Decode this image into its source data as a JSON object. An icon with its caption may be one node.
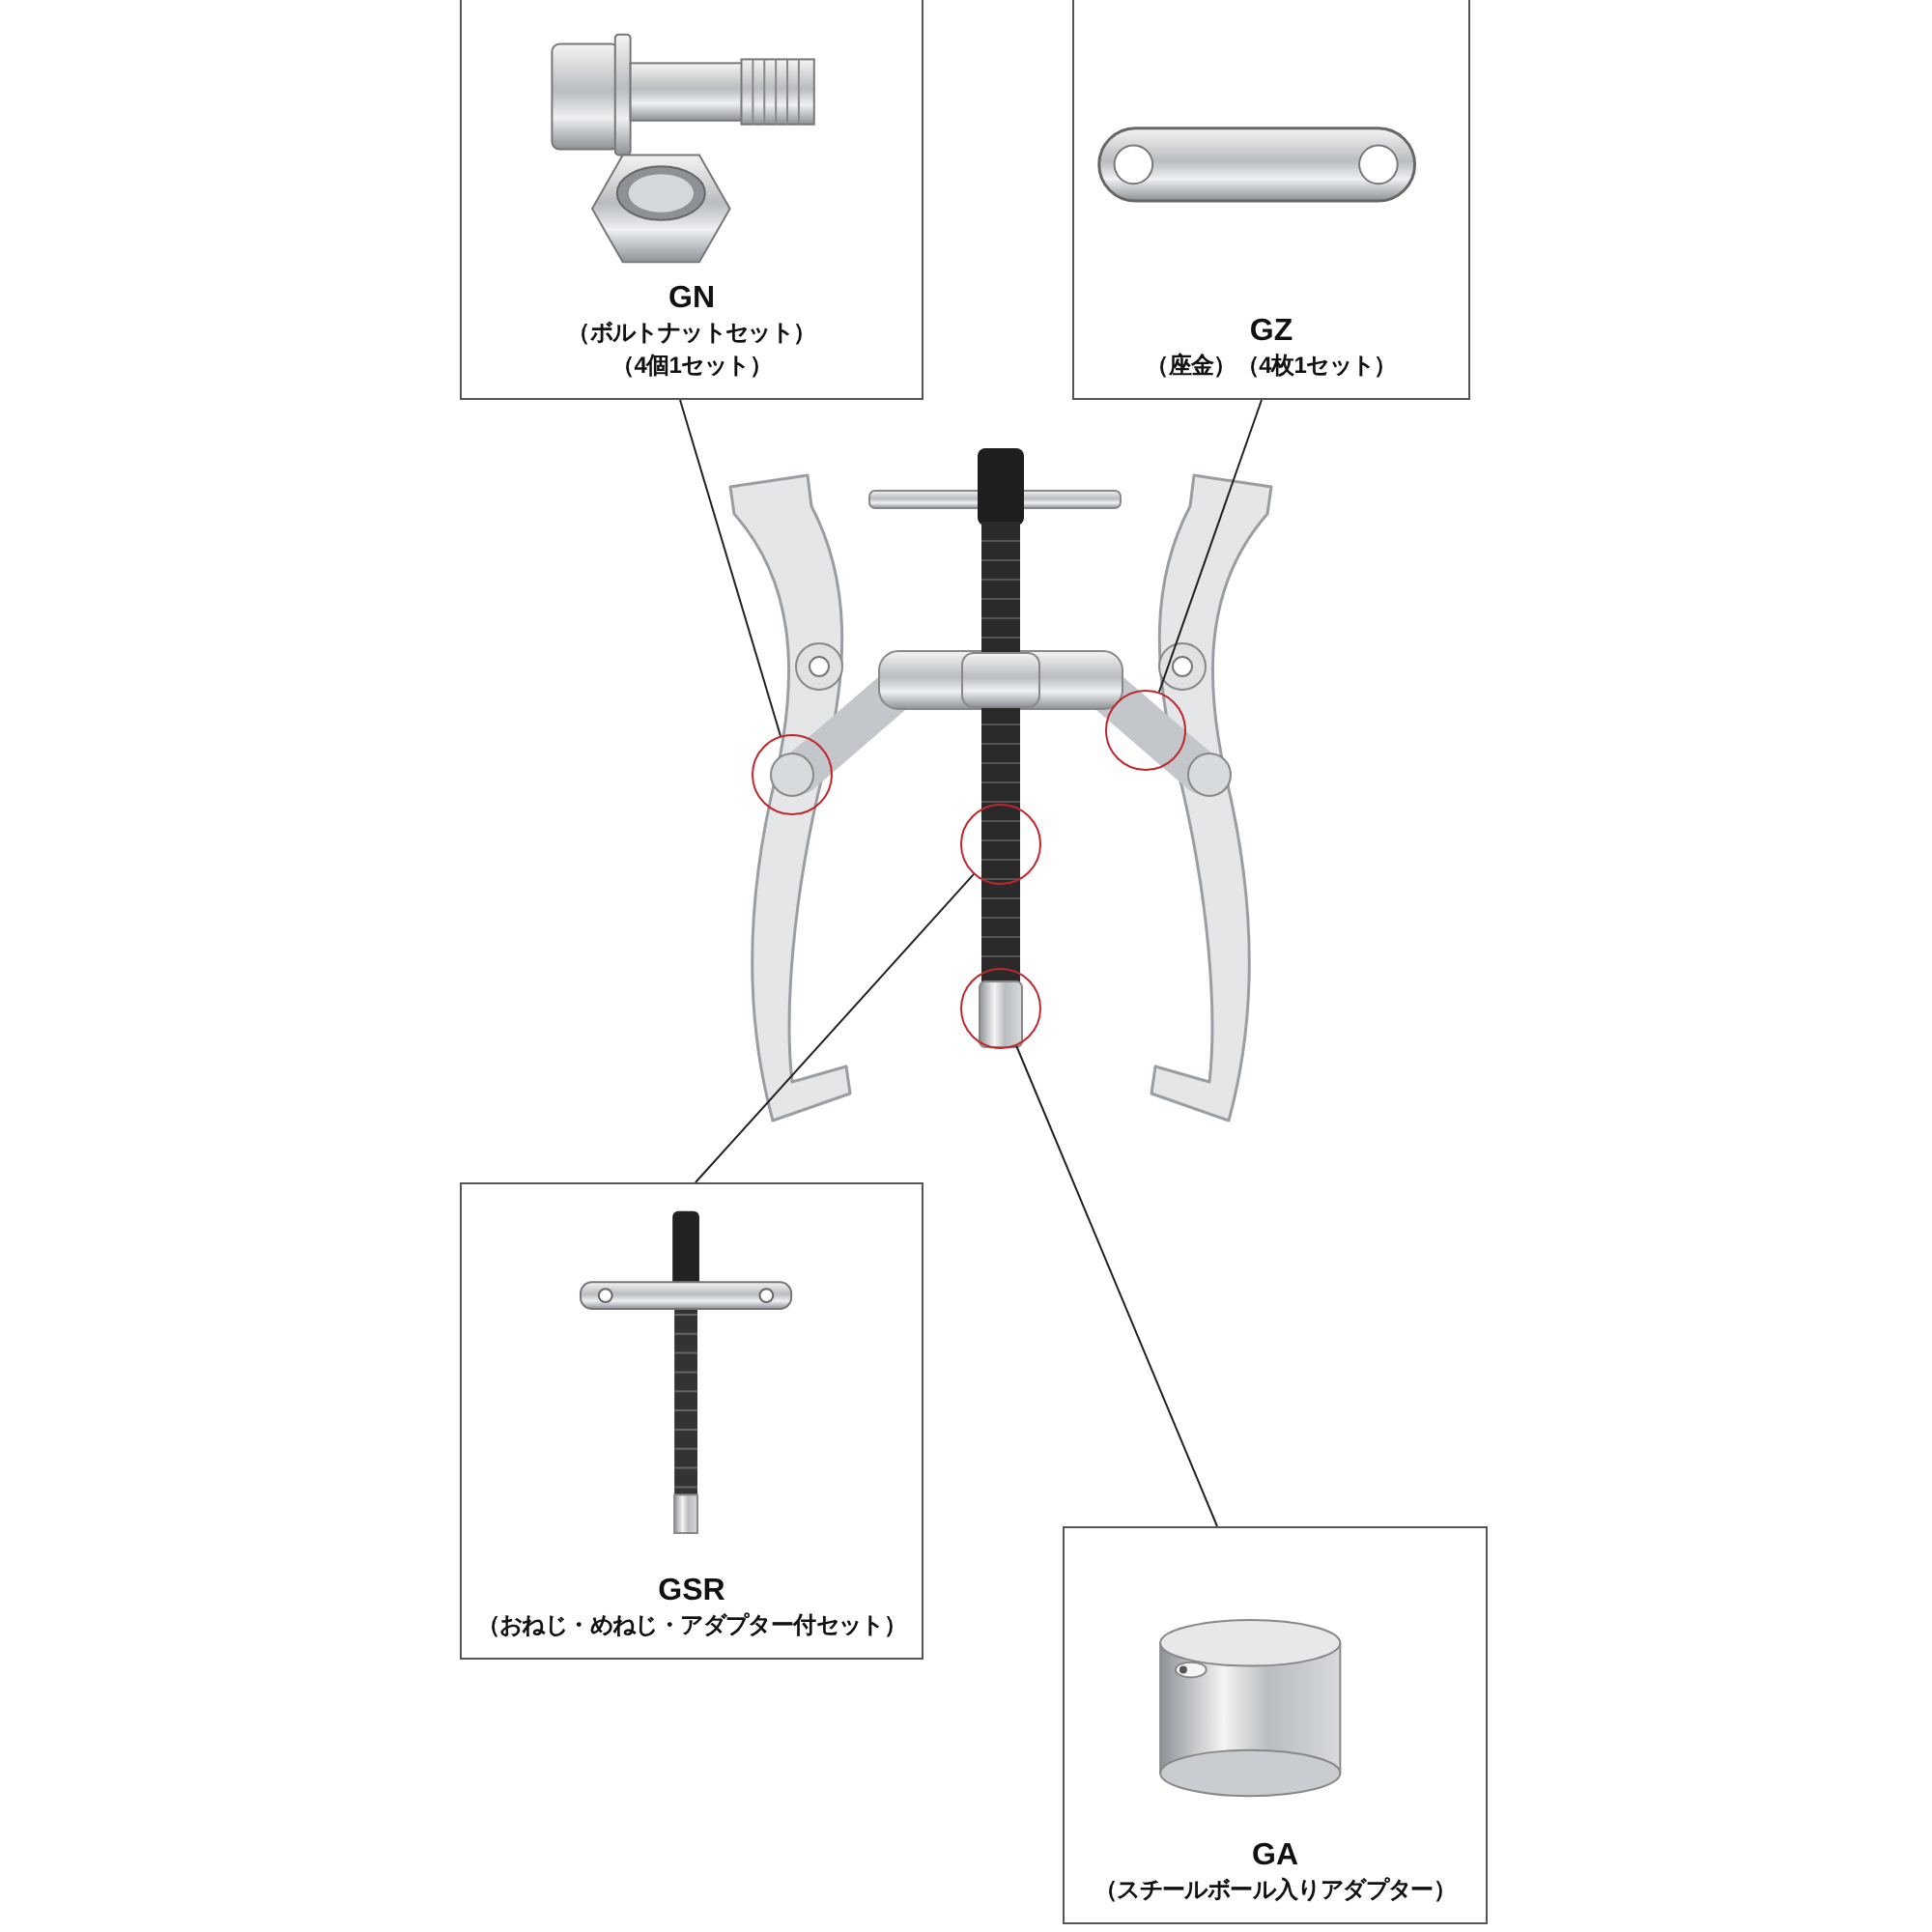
{
  "diagram": {
    "nodes": [
      {
        "text": [
          "GN",
          "（ボルトナットセット）",
          "（4個1セット）"
        ]
      },
      {
        "text": [
          "GZ",
          "（座金）（4枚1セット）"
        ]
      },
      {
        "text": [],
        "shape": "picture"
      },
      {
        "text": [],
        "shape": "circle",
        "in": 2
      },
      {
        "text": [],
        "shape": "circle",
        "in": 2
      },
      {
        "text": [],
        "shape": "circle",
        "in": 2
      },
      {
        "text": [],
        "shape": "circle",
        "in": 2
      },
      {
        "text": [
          "GSR",
          "（おねじ・めねじ・アダプター付セット）"
        ]
      },
      {
        "text": [
          "GA",
          "（スチールボール入りアダプター）"
        ]
      }
    ],
    "edges": [
      {
        "from": 0,
        "to": 3,
        "arrow": "none"
      },
      {
        "from": 1,
        "to": 4,
        "arrow": "none"
      },
      {
        "from": 7,
        "to": 5,
        "arrow": "none"
      },
      {
        "from": 8,
        "to": 6,
        "arrow": "none"
      }
    ]
  }
}
